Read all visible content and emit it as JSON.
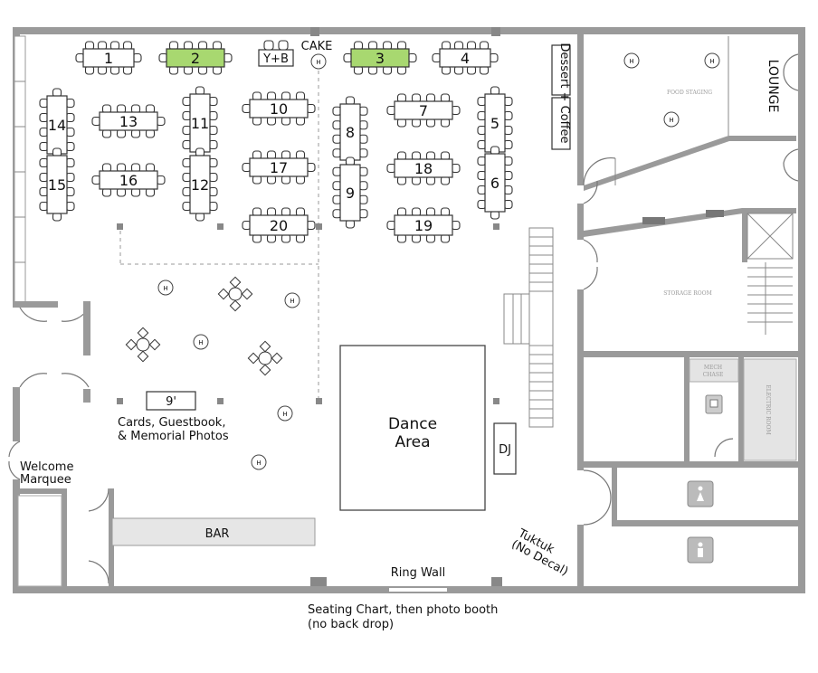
{
  "tables": [
    {
      "id": "table-1",
      "label": "1",
      "highlighted": false
    },
    {
      "id": "table-2",
      "label": "2",
      "highlighted": true
    },
    {
      "id": "table-3",
      "label": "3",
      "highlighted": true
    },
    {
      "id": "table-4",
      "label": "4",
      "highlighted": false
    },
    {
      "id": "table-5",
      "label": "5",
      "highlighted": false
    },
    {
      "id": "table-6",
      "label": "6",
      "highlighted": false
    },
    {
      "id": "table-7",
      "label": "7",
      "highlighted": false
    },
    {
      "id": "table-8",
      "label": "8",
      "highlighted": false
    },
    {
      "id": "table-9",
      "label": "9",
      "highlighted": false
    },
    {
      "id": "table-10",
      "label": "10",
      "highlighted": false
    },
    {
      "id": "table-11",
      "label": "11",
      "highlighted": false
    },
    {
      "id": "table-12",
      "label": "12",
      "highlighted": false
    },
    {
      "id": "table-13",
      "label": "13",
      "highlighted": false
    },
    {
      "id": "table-14",
      "label": "14",
      "highlighted": false
    },
    {
      "id": "table-15",
      "label": "15",
      "highlighted": false
    },
    {
      "id": "table-16",
      "label": "16",
      "highlighted": false
    },
    {
      "id": "table-17",
      "label": "17",
      "highlighted": false
    },
    {
      "id": "table-18",
      "label": "18",
      "highlighted": false
    },
    {
      "id": "table-19",
      "label": "19",
      "highlighted": false
    },
    {
      "id": "table-20",
      "label": "20",
      "highlighted": false
    }
  ],
  "labels": {
    "yb": "Y+B",
    "cake": "CAKE",
    "dessert_coffee": "Dessert + Coffee",
    "lounge": "LOUNGE",
    "food_staging": "FOOD STAGING",
    "storage_room": "STORAGE ROOM",
    "mech_chase_1": "MECH",
    "mech_chase_2": "CHASE",
    "electric_room": "ELECTRIC ROOM",
    "dance_1": "Dance",
    "dance_2": "Area",
    "dj": "DJ",
    "nine": "9'",
    "cards_1": "Cards, Guestbook,",
    "cards_2": "& Memorial Photos",
    "welcome_1": "Welcome",
    "welcome_2": "Marquee",
    "bar": "BAR",
    "ring_wall": "Ring Wall",
    "tuktuk_1": "Tuktuk",
    "tuktuk_2": "(No Decal)",
    "seating_1": "Seating Chart, then photo booth",
    "seating_2": "(no back drop)",
    "heater": "H"
  },
  "colors": {
    "highlight": "#a8d870",
    "wall": "#9a9a9a"
  }
}
